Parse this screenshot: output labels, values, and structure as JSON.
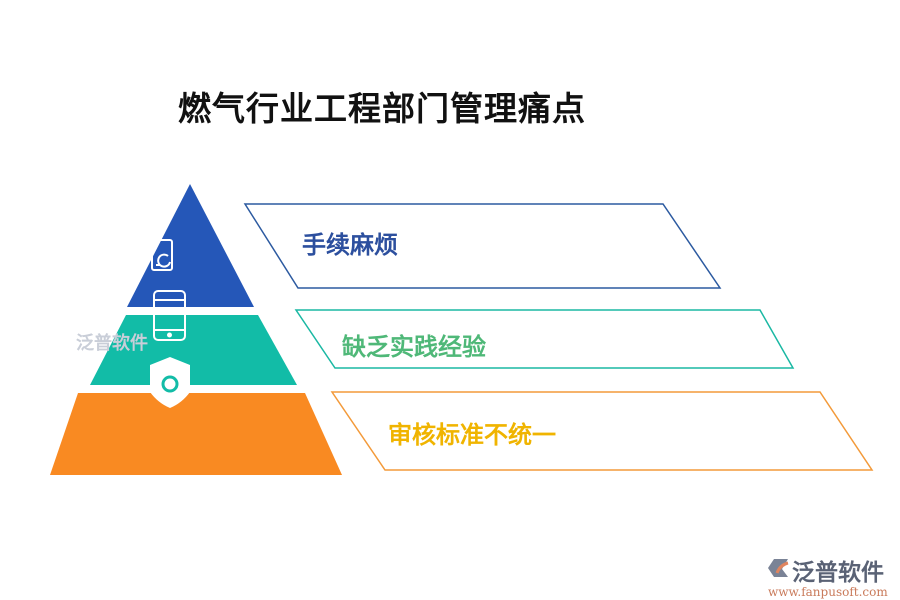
{
  "title": "燃气行业工程部门管理痛点",
  "colors": {
    "tier1": "#2557b8",
    "tier2": "#12bca7",
    "tier3": "#f98a22"
  },
  "items": [
    {
      "label": "手续麻烦",
      "color": "#2c4f9e",
      "icon": "document-sync-icon"
    },
    {
      "label": "缺乏实践经验",
      "color": "#4fb878",
      "icon": "tablet-icon"
    },
    {
      "label": "审核标准不统一",
      "color": "#f0b400",
      "icon": "shield-icon"
    }
  ],
  "watermark": "泛普软件",
  "logo": {
    "name": "泛普软件",
    "url": "www.fanpusoft.com"
  }
}
